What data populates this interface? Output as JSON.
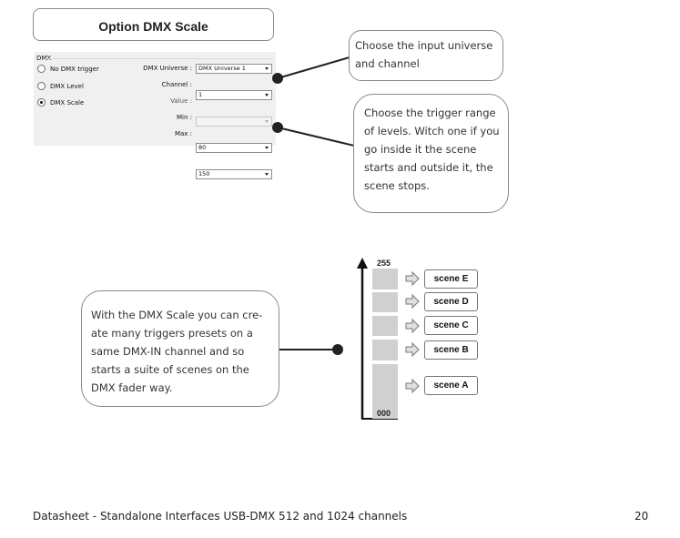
{
  "title": "Option DMX Scale",
  "panel": {
    "group_label": "DMX",
    "radios": [
      {
        "label": "No DMX trigger",
        "selected": false
      },
      {
        "label": "DMX Level",
        "selected": false
      },
      {
        "label": "DMX Scale",
        "selected": true
      }
    ],
    "fields": [
      {
        "label": "DMX Universe :",
        "value": "DMX Universe 1",
        "enabled": true
      },
      {
        "label": "Channel :",
        "value": "1",
        "enabled": true
      },
      {
        "label": "Value :",
        "value": "",
        "enabled": false
      },
      {
        "label": "Min :",
        "value": "80",
        "enabled": true
      },
      {
        "label": "Max :",
        "value": "150",
        "enabled": true
      }
    ]
  },
  "callouts": {
    "universe": "Choose the input universe and channel",
    "range": "Choose the trigger range of levels. Witch one if you go inside it the scene starts and outside it, the scene stops.",
    "scale": "With the DMX Scale you can cre-ate many triggers presets on a same DMX-IN channel and so starts a suite of scenes on the DMX fader way."
  },
  "scale": {
    "top": "255",
    "bottom": "000",
    "scenes": [
      "scene E",
      "scene D",
      "scene C",
      "scene B",
      "scene A"
    ]
  },
  "footer": {
    "left": "Datasheet - Standalone Interfaces USB-DMX 512 and 1024 channels",
    "page": "20"
  },
  "colors": {
    "panel_bg": "#f0f0f0",
    "segment_fill": "#d0d0d0",
    "line": "#222222"
  }
}
